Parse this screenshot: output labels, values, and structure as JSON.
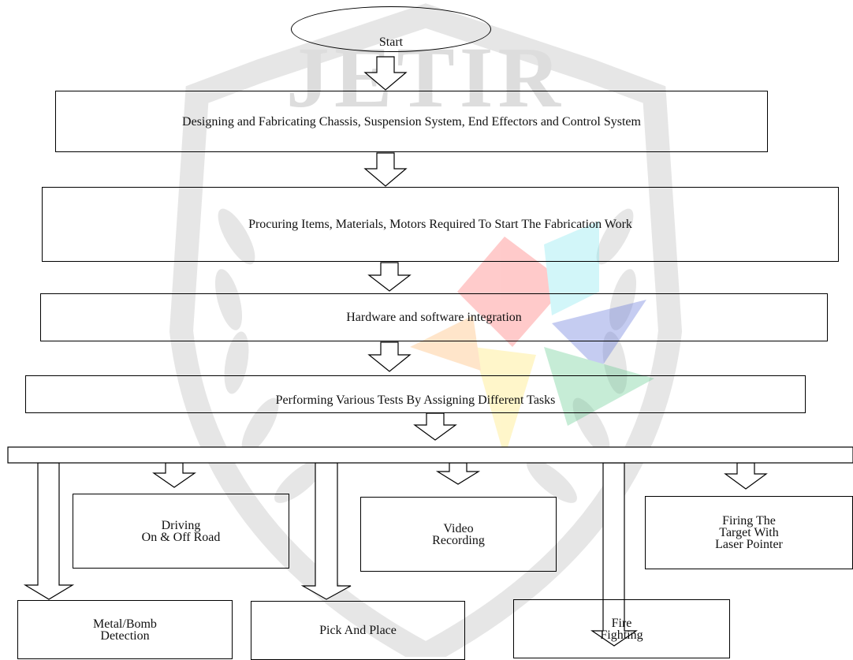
{
  "start": {
    "label": "Start"
  },
  "steps": [
    {
      "label": "Designing and Fabricating Chassis, Suspension System, End Effectors and Control System"
    },
    {
      "label": "Procuring Items, Materials, Motors Required To Start The Fabrication Work"
    },
    {
      "label": "Hardware and software integration"
    },
    {
      "label": "Performing Various Tests By Assigning Different Tasks"
    }
  ],
  "tasks_top": [
    {
      "label": "Driving\nOn & Off Road"
    },
    {
      "label": "Video\nRecording"
    },
    {
      "label": "Firing The\nTarget With\nLaser Pointer"
    }
  ],
  "tasks_bottom": [
    {
      "label": "Metal/Bomb\nDetection"
    },
    {
      "label": "Pick And Place"
    },
    {
      "label": "Fire\nFighting"
    }
  ],
  "watermark": {
    "text": "JETIR"
  },
  "colors": {
    "line": "#000000",
    "background": "#ffffff",
    "watermark": "#d9d9d9"
  }
}
